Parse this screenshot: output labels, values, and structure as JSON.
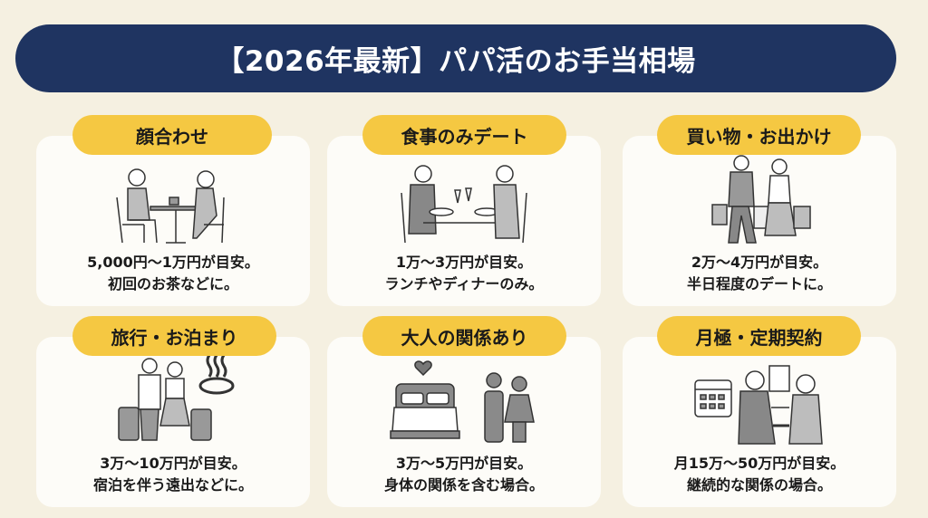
{
  "title": "【2026年最新】パパ活のお手当相場",
  "colors": {
    "banner": "#1f3461",
    "pill": "#f5c842",
    "background": "#f5f0e1",
    "card": "#fdfcf8"
  },
  "cards": [
    {
      "label": "顔合わせ",
      "icon": "cafe-meeting-icon",
      "line1": "5,000円〜1万円が目安。",
      "line2": "初回のお茶などに。"
    },
    {
      "label": "食事のみデート",
      "icon": "dinner-date-icon",
      "line1": "1万〜3万円が目安。",
      "line2": "ランチやディナーのみ。"
    },
    {
      "label": "買い物・お出かけ",
      "icon": "shopping-icon",
      "line1": "2万〜4万円が目安。",
      "line2": "半日程度のデートに。"
    },
    {
      "label": "旅行・お泊まり",
      "icon": "travel-onsen-icon",
      "line1": "3万〜10万円が目安。",
      "line2": "宿泊を伴う遠出などに。"
    },
    {
      "label": "大人の関係あり",
      "icon": "bed-heart-icon",
      "line1": "3万〜5万円が目安。",
      "line2": "身体の関係を含む場合。"
    },
    {
      "label": "月極・定期契約",
      "icon": "contract-handshake-icon",
      "line1": "月15万〜50万円が目安。",
      "line2": "継続的な関係の場合。"
    }
  ]
}
